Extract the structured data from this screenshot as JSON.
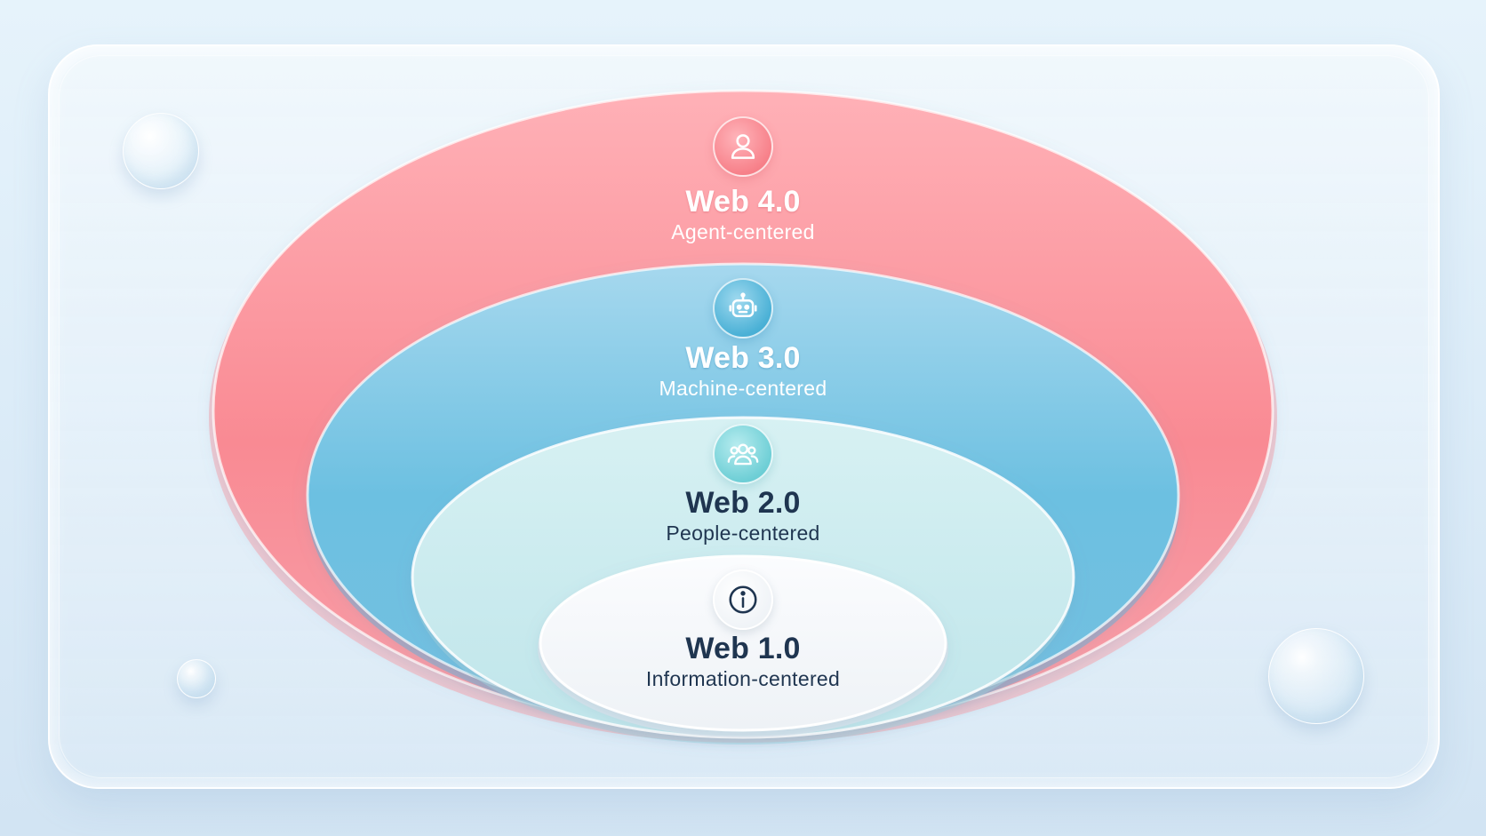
{
  "diagram": {
    "levels": [
      {
        "title": "Web 4.0",
        "subtitle": "Agent-centered",
        "icon": "person-icon",
        "color": "#f7818a"
      },
      {
        "title": "Web 3.0",
        "subtitle": "Machine-centered",
        "icon": "robot-icon",
        "color": "#5ab6da"
      },
      {
        "title": "Web 2.0",
        "subtitle": "People-centered",
        "icon": "people-group-icon",
        "color": "#bfe7ea"
      },
      {
        "title": "Web 1.0",
        "subtitle": "Information-centered",
        "icon": "info-icon",
        "color": "#f2f5f8"
      }
    ]
  }
}
